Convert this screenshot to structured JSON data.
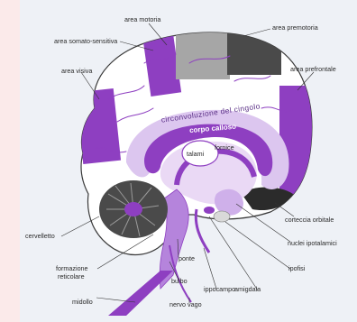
{
  "labels": {
    "area_motoria": "area motoria",
    "area_premotoria": "area premotoria",
    "area_somato_sensitiva": "area somato-sensitiva",
    "area_visiva": "area visiva",
    "area_prefrontale": "area prefrontale",
    "circonvoluzione_del_cingolo": "circonvoluzione del cingolo",
    "corpo_calloso": "corpo calloso",
    "fornice": "fornice",
    "talami": "talami",
    "corteccia_orbitale": "corteccia orbitale",
    "nuclei_ipotalamici": "nuclei ipotalamici",
    "ipofisi": "ipofisi",
    "amigdala": "amigdala",
    "ippocampo": "ippocampo",
    "ponte": "ponte",
    "bulbo": "bulbo",
    "nervo_vago": "nervo vago",
    "midollo": "midollo",
    "formazione_reticolare_1": "formazione",
    "formazione_reticolare_2": "reticolare",
    "cervelletto": "cervelletto"
  },
  "colors": {
    "purple_dark": "#8e3fc1",
    "purple_mid": "#b584dc",
    "purple_light": "#dcc6ef",
    "gray": "#a6a6a6",
    "dark_gray": "#4a4a4a",
    "black_region": "#2b2b2b",
    "cortex": "#ffffff",
    "outline": "#3a3a3a"
  }
}
